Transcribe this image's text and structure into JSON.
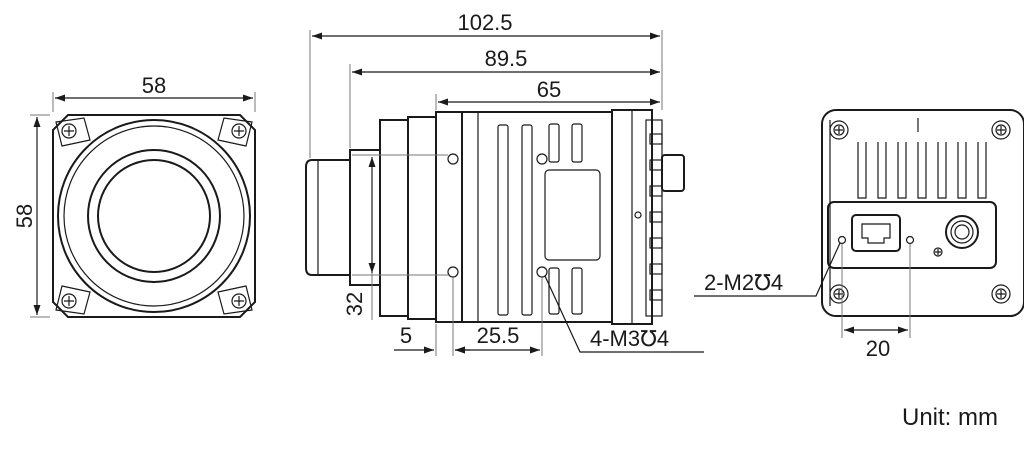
{
  "dimensions": {
    "front_width": "58",
    "front_height": "58",
    "overall_length": "102.5",
    "length_without_connector": "89.5",
    "body_length": "65",
    "hole_spacing_vertical": "32",
    "flange_offset": "5",
    "hole_offset": "25.5",
    "side_threads": "4-M3℧4",
    "rear_threads": "2-M2℧4",
    "rear_hole_spacing": "20"
  },
  "unit_label": "Unit: mm"
}
